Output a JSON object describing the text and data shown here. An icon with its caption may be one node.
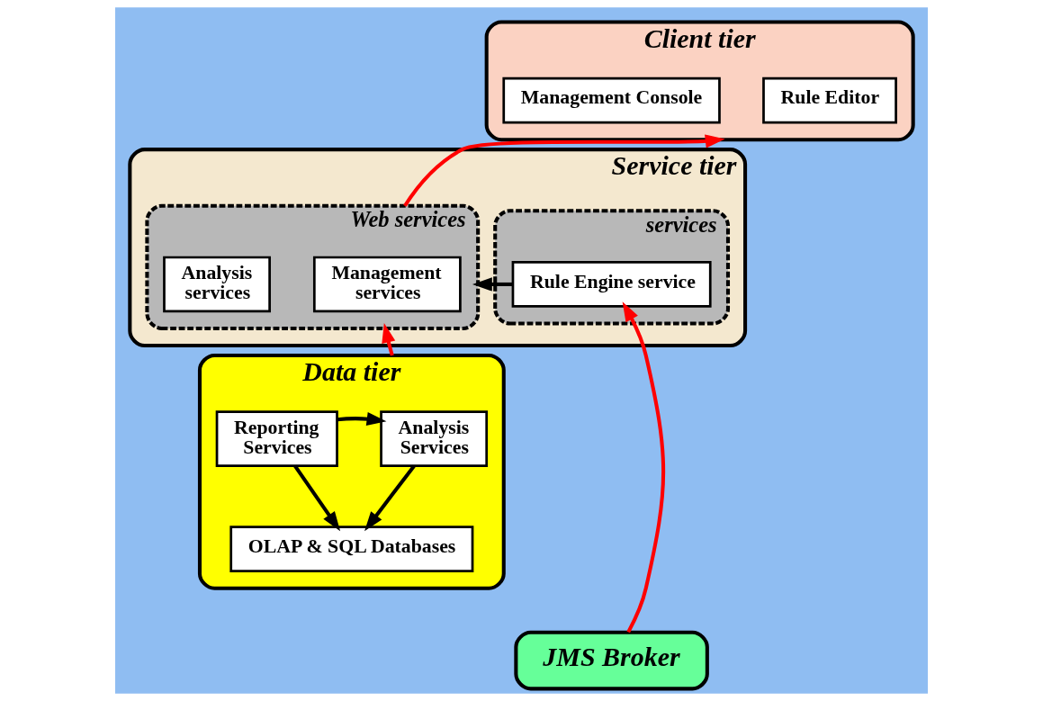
{
  "diagram": {
    "nodes": [
      {
        "text": [
          "Client tier"
        ]
      },
      {
        "text": [
          "Rule Editor"
        ],
        "in": 0
      },
      {
        "text": [
          "Management Console"
        ],
        "in": 0
      },
      {
        "text": [
          "Service tier"
        ]
      },
      {
        "text": [
          "Web services"
        ],
        "in": 3
      },
      {
        "text": [
          "Management services"
        ],
        "in": 4
      },
      {
        "text": [
          "Analysis services"
        ],
        "in": 4
      },
      {
        "text": [
          "services"
        ],
        "in": 3
      },
      {
        "text": [
          "Rule Engine service"
        ],
        "in": 7
      },
      {
        "text": [
          "Data tier"
        ]
      },
      {
        "text": [
          "Analysis Services"
        ],
        "in": 9
      },
      {
        "text": [
          "Reporting Services"
        ],
        "in": 9
      },
      {
        "text": [
          "OLAP & SQL Databases"
        ],
        "in": 9
      },
      {
        "text": [
          "JMS Broker"
        ]
      }
    ],
    "edges": [
      {
        "from": 4,
        "to": 0,
        "arrow": "to",
        "color": "#ff0000"
      },
      {
        "from": 9,
        "to": 4,
        "arrow": "to",
        "color": "#ff0000"
      },
      {
        "from": 8,
        "to": 4,
        "arrow": "to"
      },
      {
        "from": 13,
        "to": 8,
        "arrow": "to",
        "color": "#ff0000"
      },
      {
        "from": 11,
        "to": 10,
        "arrow": "to"
      },
      {
        "from": 10,
        "to": 12,
        "arrow": "to"
      },
      {
        "from": 11,
        "to": 12,
        "arrow": "to"
      }
    ]
  }
}
